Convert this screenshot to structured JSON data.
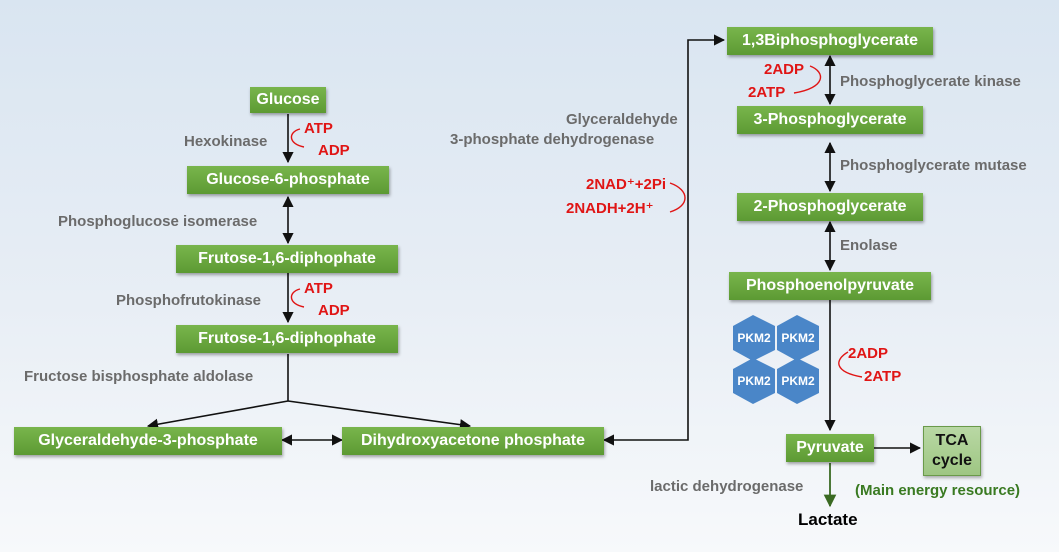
{
  "nodes": {
    "glucose": "Glucose",
    "g6p": "Glucose-6-phosphate",
    "f16dp_1": "Frutose-1,6-diphophate",
    "f16dp_2": "Frutose-1,6-diphophate",
    "gap": "Glyceraldehyde-3-phosphate",
    "dhap": "Dihydroxyacetone phosphate",
    "bpg13": "1,3Biphosphoglycerate",
    "pg3": "3-Phosphoglycerate",
    "pg2": "2-Phosphoglycerate",
    "pep": "Phosphoenolpyruvate",
    "pyruvate": "Pyruvate",
    "lactate": "Lactate",
    "tca_line1": "TCA",
    "tca_line2": "cycle"
  },
  "enzymes": {
    "hexokinase": "Hexokinase",
    "phosphoglucose_isomerase": "Phosphoglucose isomerase",
    "phosphofrutokinase": "Phosphofrutokinase",
    "aldolase": "Fructose bisphosphate aldolase",
    "gapdh_line1": "Glyceraldehyde",
    "gapdh_line2": "3-phosphate dehydrogenase",
    "pgk": "Phosphoglycerate kinase",
    "pgm": "Phosphoglycerate mutase",
    "enolase": "Enolase",
    "ldh": "lactic dehydrogenase"
  },
  "cofactors": {
    "atp1": "ATP",
    "adp1": "ADP",
    "atp2": "ATP",
    "adp2": "ADP",
    "nad": "2NAD⁺+2Pi",
    "nadh": "2NADH+2H⁺",
    "adp_pgk": "2ADP",
    "atp_pgk": "2ATP",
    "adp_pk": "2ADP",
    "atp_pk": "2ATP"
  },
  "pkm2": {
    "hex1": "PKM2",
    "hex2": "PKM2",
    "hex3": "PKM2",
    "hex4": "PKM2"
  },
  "notes": {
    "main_energy": "(Main energy resource)"
  },
  "colors": {
    "box_green": "#6aa83f",
    "cofactor_red": "#e01515",
    "enzyme_gray": "#6b6b6b",
    "hex_blue": "#4a86c8",
    "note_green": "#3a7a22"
  }
}
